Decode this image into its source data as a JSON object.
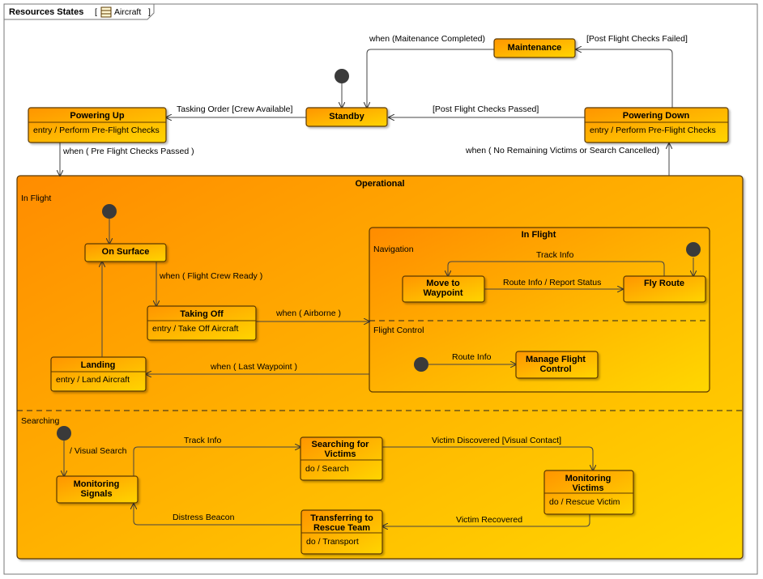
{
  "frame": {
    "title": "Resources States",
    "context_open": "[",
    "context": "Aircraft",
    "context_close": "]",
    "context_icon": "class-icon"
  },
  "states": {
    "maintenance": {
      "name": "Maintenance"
    },
    "standby": {
      "name": "Standby"
    },
    "powering_up": {
      "name": "Powering Up",
      "body": "entry / Perform Pre-Flight Checks"
    },
    "powering_down": {
      "name": "Powering Down",
      "body": "entry / Perform Pre-Flight Checks"
    },
    "on_surface": {
      "name": "On Surface"
    },
    "taking_off": {
      "name": "Taking Off",
      "body": "entry / Take Off Aircraft"
    },
    "landing": {
      "name": "Landing",
      "body": "entry / Land Aircraft"
    },
    "move_to_waypoint": {
      "line1": "Move to",
      "line2": "Waypoint"
    },
    "fly_route": {
      "name": "Fly Route"
    },
    "manage_flight_control": {
      "line1": "Manage Flight",
      "line2": "Control"
    },
    "monitoring_signals": {
      "line1": "Monitoring",
      "line2": "Signals"
    },
    "searching_for_victims": {
      "line1": "Searching for",
      "line2": "Victims",
      "body": "do / Search"
    },
    "monitoring_victims": {
      "line1": "Monitoring",
      "line2": "Victims",
      "body": "do / Rescue Victim"
    },
    "transferring": {
      "line1": "Transferring to",
      "line2": "Rescue Team",
      "body": "do / Transport"
    }
  },
  "composites": {
    "operational": {
      "name": "Operational"
    },
    "in_flight_inner": {
      "name": "In Flight"
    }
  },
  "regions": {
    "in_flight": "In Flight",
    "navigation": "Navigation",
    "flight_control": "Flight Control",
    "searching": "Searching"
  },
  "transitions": {
    "maintenance_completed": "when (Maitenance Completed)",
    "post_flight_failed": "[Post Flight Checks Failed]",
    "tasking_order": "Tasking Order [Crew Available]",
    "post_flight_passed": "[Post Flight Checks Passed]",
    "pre_flight_passed": "when ( Pre Flight Checks Passed )",
    "no_victims": "when ( No Remaining Victims or Search Cancelled)",
    "flight_crew_ready": "when ( Flight Crew Ready )",
    "airborne": "when ( Airborne )",
    "last_waypoint": "when ( Last Waypoint )",
    "track_info_nav": "Track Info",
    "route_info_report": "Route Info / Report Status",
    "route_info": "Route Info",
    "visual_search": "/ Visual Search",
    "track_info_search": "Track Info",
    "victim_discovered": "Victim Discovered [Visual Contact]",
    "victim_recovered": "Victim Recovered",
    "distress_beacon": "Distress Beacon"
  },
  "colors": {
    "state_light": "#ffd500",
    "state_dark": "#ff9500",
    "border": "#5a3800",
    "operational_light": "#ffd700",
    "operational_dark": "#ff8c00",
    "initial": "#3a3a3a",
    "line": "#444444"
  }
}
